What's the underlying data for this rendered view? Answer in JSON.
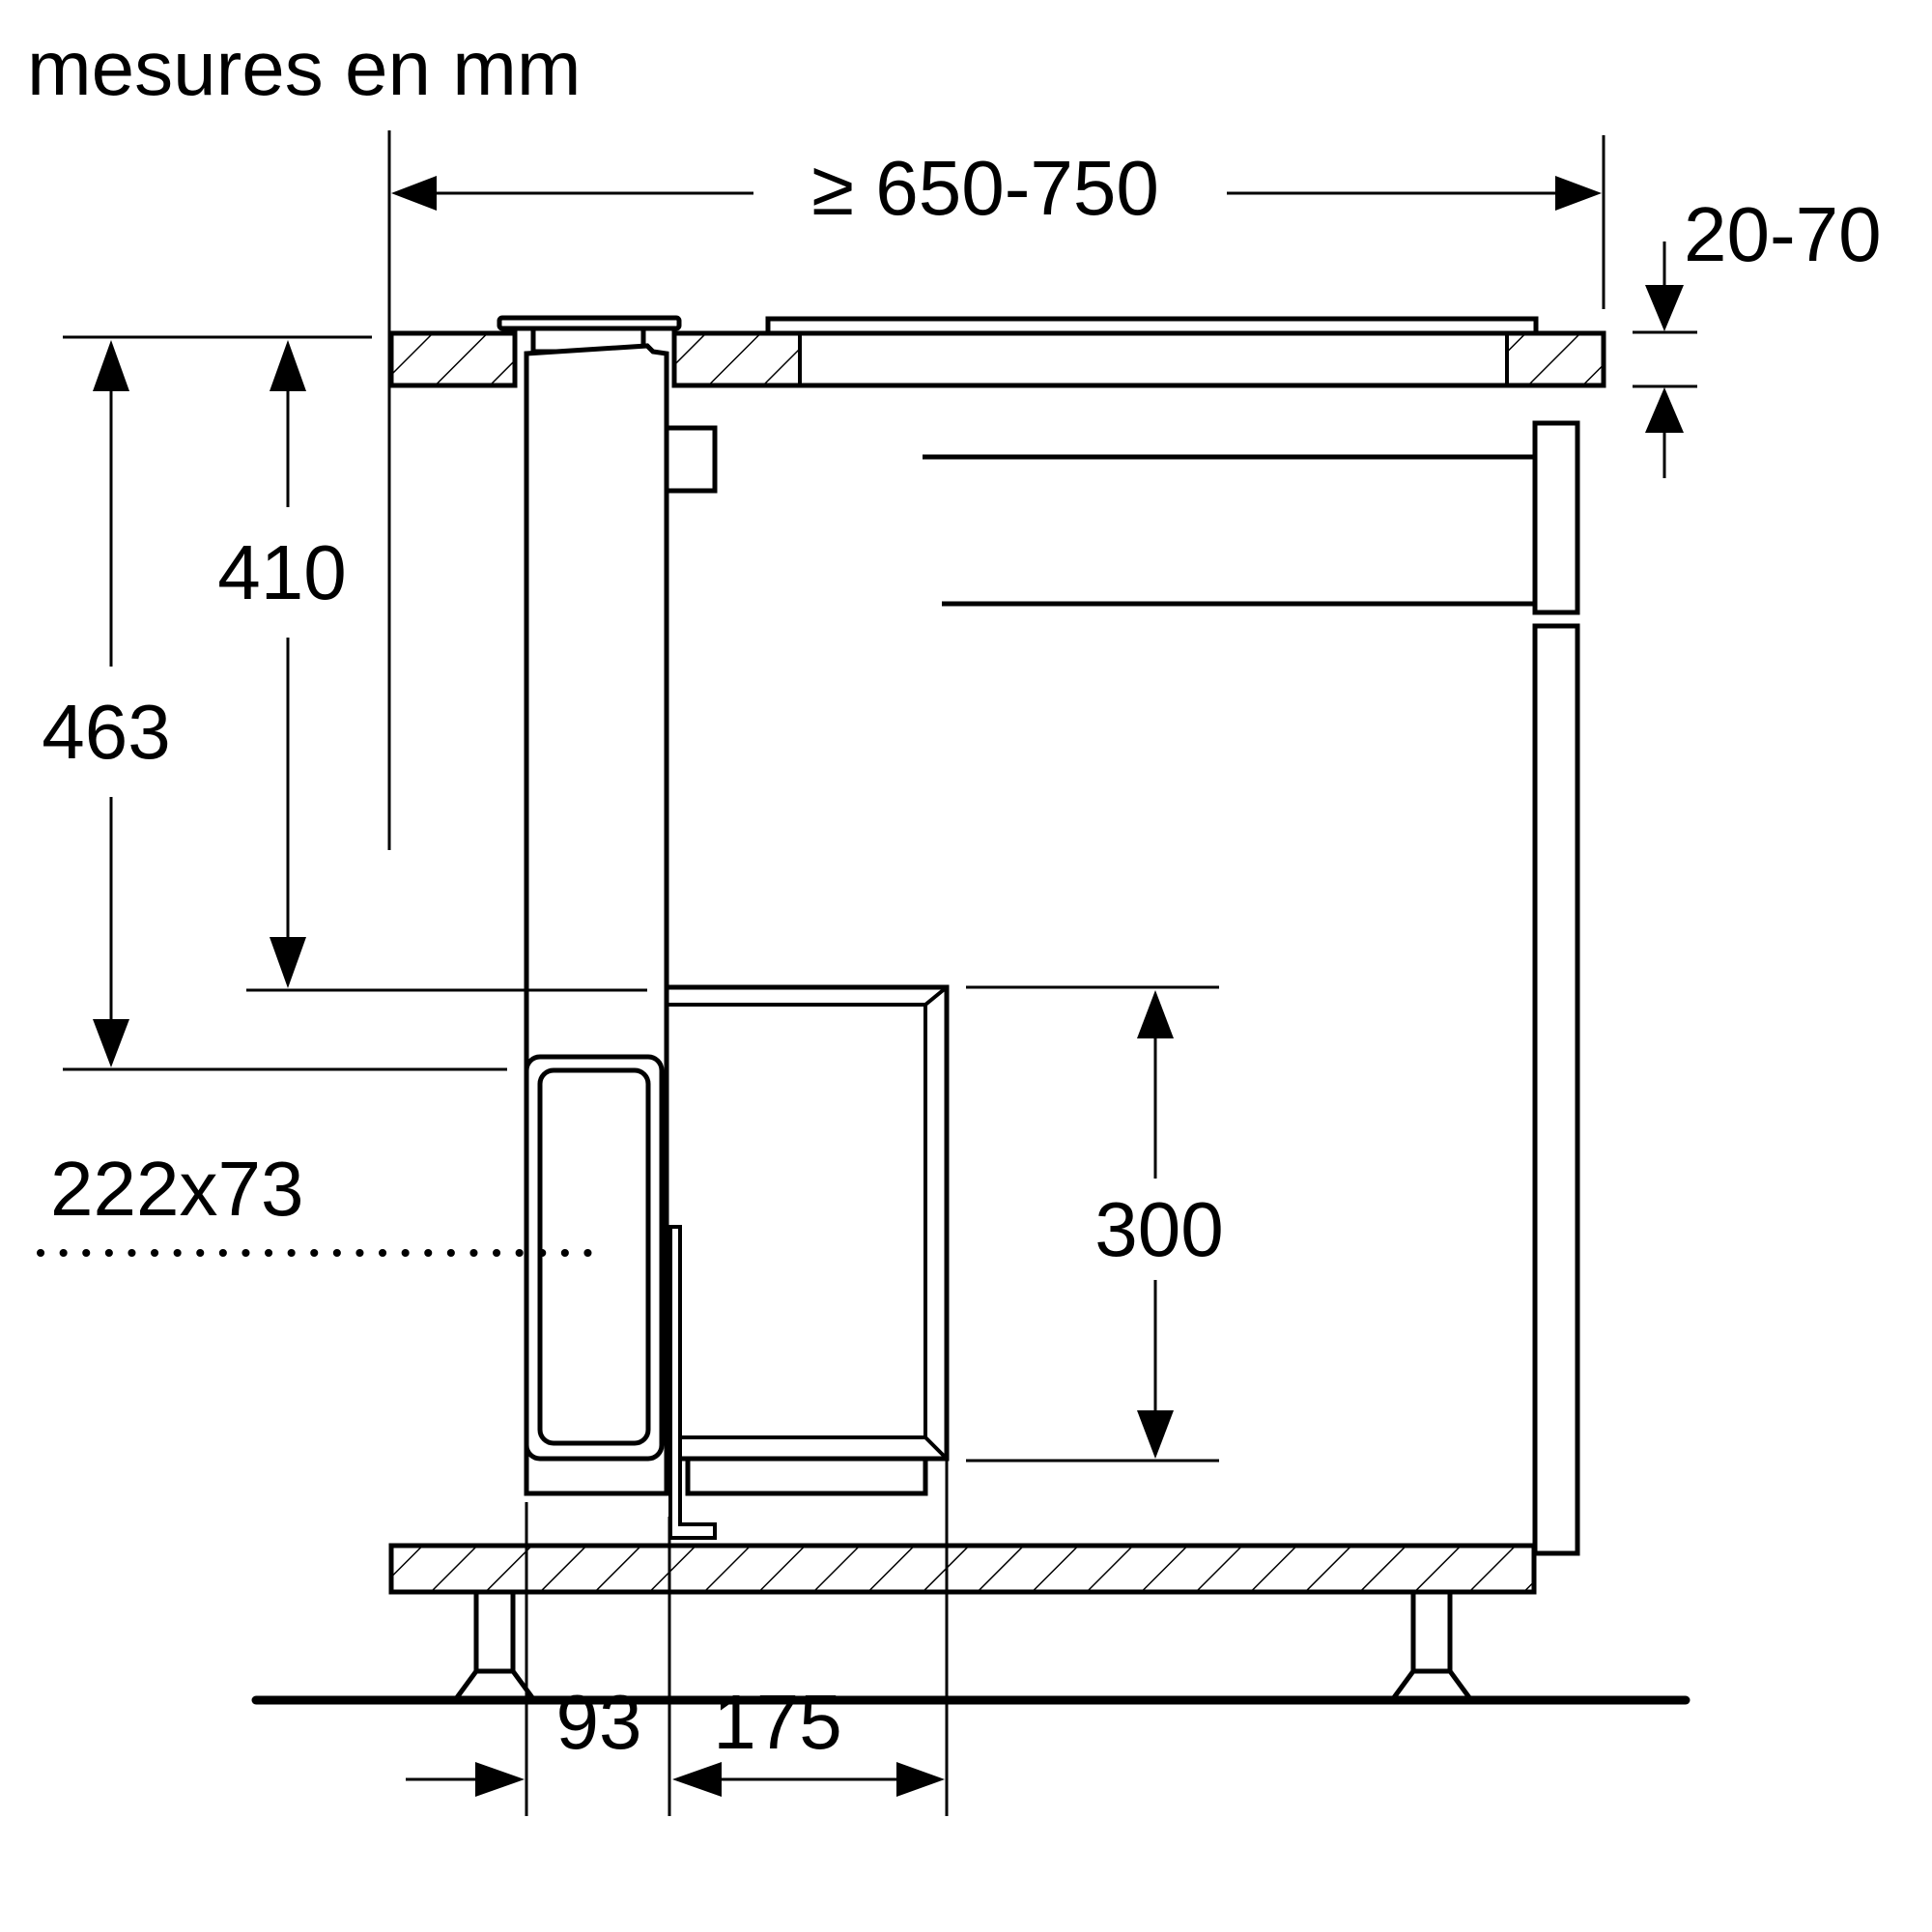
{
  "title": "mesures en mm",
  "colors": {
    "stroke": "#000000",
    "background": "#ffffff"
  },
  "dimensions": {
    "overall_depth": "≥ 650-750",
    "worktop_thickness": "20-70",
    "height_410": "410",
    "height_463": "463",
    "duct_opening": "222x73",
    "module_height": "300",
    "offset_93": "93",
    "offset_175": "175"
  }
}
